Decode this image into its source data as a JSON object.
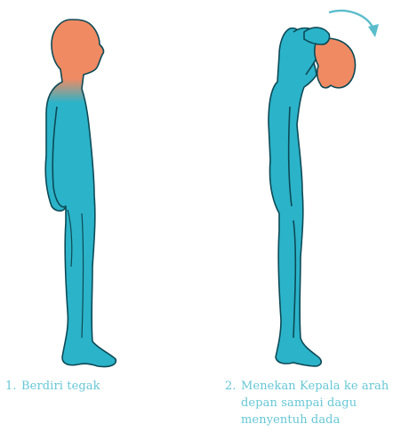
{
  "steps": [
    {
      "number": "1.",
      "text": "Berdiri tegak"
    },
    {
      "number": "2.",
      "lines": [
        "Menekan Kepala ke arah",
        "depan sampai dagu",
        "menyentuh dada"
      ]
    }
  ],
  "colors": {
    "body": "#2bb3c9",
    "outline": "#0d4a56",
    "head_highlight": "#f08a63",
    "arrow": "#5bbdcc",
    "caption_text": "#67c7d6"
  },
  "icons": [
    "curved-arrow-icon"
  ]
}
